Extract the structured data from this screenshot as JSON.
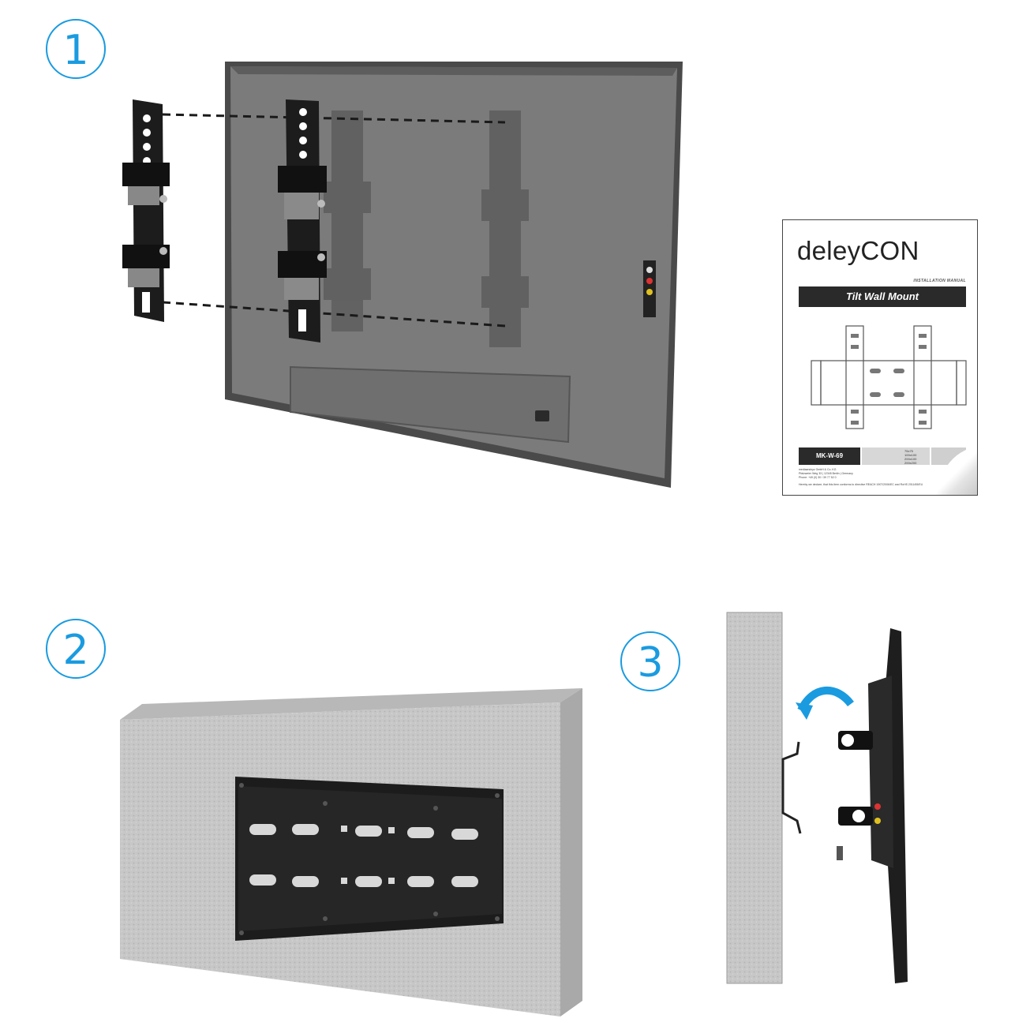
{
  "steps": [
    "1",
    "2",
    "3"
  ],
  "manual": {
    "brand": "deleyCON",
    "subtitle": "INSTALLATION MANUAL",
    "title": "Tilt Wall Mount",
    "model": "MK-W-69",
    "vesa": "75x75\n100x100\n200x100\n200x200",
    "address_lines": [
      "mediaandxyz GmbH & Co. KG",
      "Pfalzweier Weg 33 | 12345 Berlin | Germany",
      "Phone: +49 (0) 30 / 39 77 52 0"
    ],
    "conformity": "Hereby we declare, that this item conforms to directive REACH 1907/2006/EC and RoHS 2011/65/EU"
  },
  "colors": {
    "accent": "#1a9be0",
    "tv_back": "#7a7a7a",
    "bracket": "#1c1c1c",
    "wall": "#c8c8c8"
  }
}
